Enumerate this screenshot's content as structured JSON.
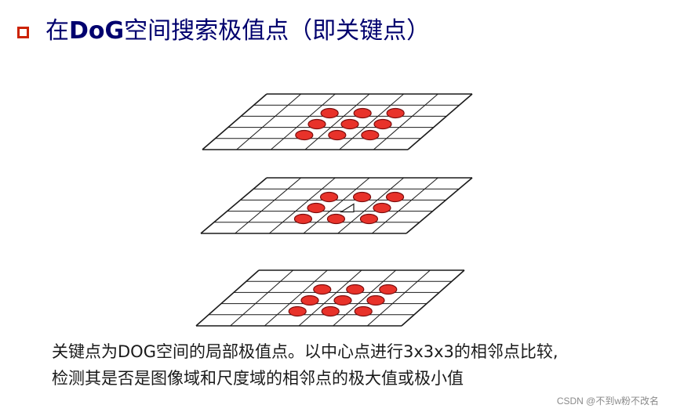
{
  "slide": {
    "title_prefix": "在",
    "title_strong": "DoG",
    "title_suffix": "空间搜索极值点（即关键点）",
    "caption_line1": "关键点为DOG空间的局部极值点。以中心点进行3x3x3的相邻点比较,",
    "caption_line2": "检测其是否是图像域和尺度域的相邻点的极大值或极小值",
    "watermark": "CSDN @不到w粉不改名"
  },
  "colors": {
    "title": "#00006e",
    "bullet": "#cc2200",
    "dot_fill": "#e8322a",
    "dot_stroke": "#7a0d0d",
    "grid": "#1a1a1a"
  },
  "figure": {
    "layers": [
      {
        "name": "upper-scale-layer",
        "center_marker": false,
        "neighbor_count": 9
      },
      {
        "name": "current-scale-layer",
        "center_marker": true,
        "neighbor_count": 8
      },
      {
        "name": "lower-scale-layer",
        "center_marker": false,
        "neighbor_count": 9
      }
    ]
  }
}
